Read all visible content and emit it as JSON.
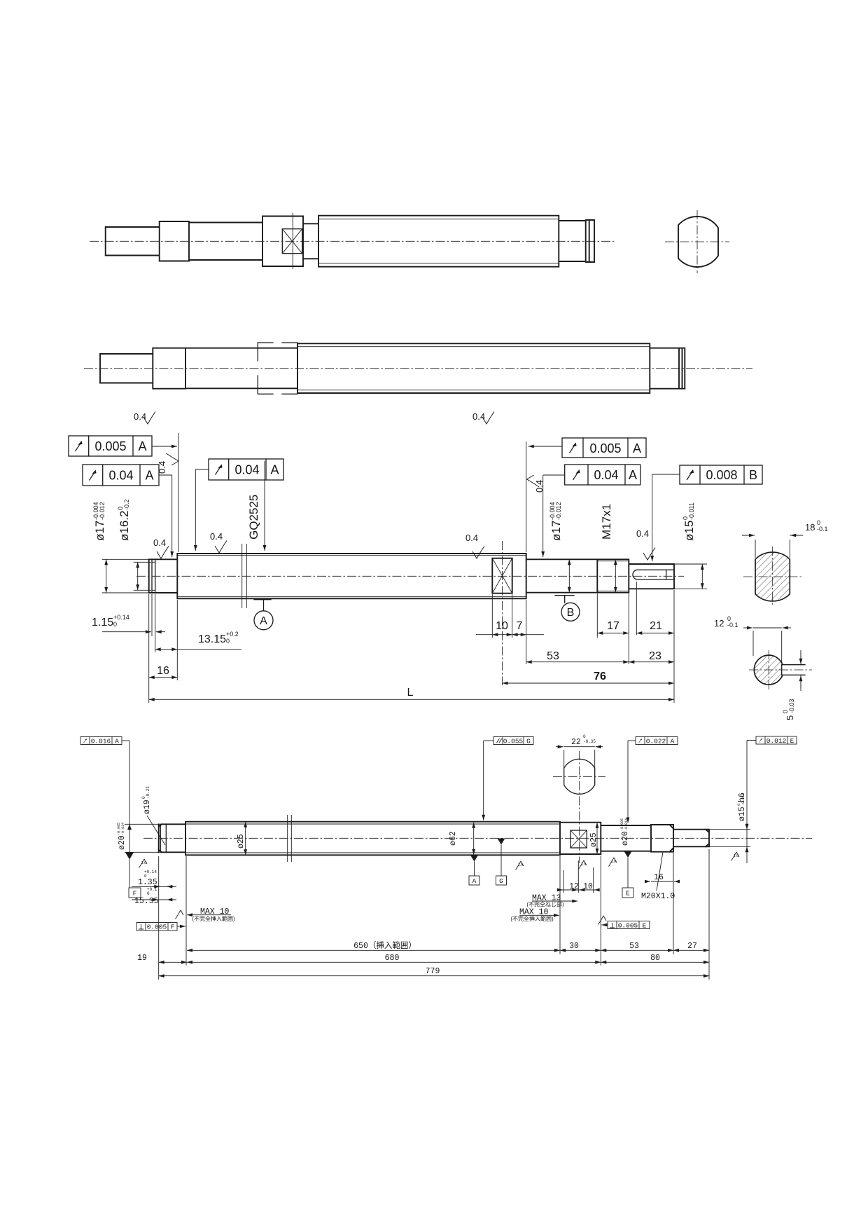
{
  "colors": {
    "line": "#1b1b1b",
    "bg": "#ffffff"
  },
  "middle_view": {
    "fcf": {
      "l1": {
        "symbol": "circular-runout",
        "value": "0.005",
        "datum": "A"
      },
      "l2": {
        "symbol": "circular-runout",
        "value": "0.04",
        "datum": "A"
      },
      "l3": {
        "symbol": "circular-runout",
        "value": "0.04",
        "datum": "A"
      },
      "r1": {
        "symbol": "circular-runout",
        "value": "0.005",
        "datum": "A"
      },
      "r2": {
        "symbol": "circular-runout",
        "value": "0.04",
        "datum": "A"
      },
      "r3": {
        "symbol": "circular-runout",
        "value": "0.008",
        "datum": "B"
      }
    },
    "labels": {
      "dia17_left": "ø17",
      "dia17_up": "-0.004",
      "dia17_low": "-0.012",
      "dia16_2": "ø16.2",
      "dia16_2_up": "0",
      "dia16_2_low": "-0.2",
      "thread": "GQ2525",
      "dia17_right": "ø17",
      "m17": "M17x1",
      "dia15": "ø15",
      "dia15_up": "0",
      "dia15_low": "-0.011",
      "d1_15": "1.15",
      "d1_15_up": "+0.14",
      "d1_15_low": "0",
      "d13_15": "13.15",
      "d13_15_up": "+0.2",
      "d13_15_low": "0",
      "d16": "16",
      "dL": "L",
      "d10": "10",
      "d7": "7",
      "d17": "17",
      "d21": "21",
      "d53": "53",
      "d23": "23",
      "d76": "76",
      "datum_a": "A",
      "datum_b": "B",
      "roughness": "0.4"
    },
    "sections": {
      "d18": "18",
      "d18_up": "0",
      "d18_low": "-0.1",
      "d12": "12",
      "d12_up": "0",
      "d12_low": "-0.1",
      "d5": "5",
      "d5_up": "0",
      "d5_low": "-0.03"
    }
  },
  "bottom_view": {
    "fcf": {
      "f1": {
        "symbol": "circular-runout",
        "value": "0.016",
        "datum": "A"
      },
      "f2": {
        "symbol": "parallelism",
        "value": "0.055",
        "datum": "G"
      },
      "f3": {
        "symbol": "circular-runout",
        "value": "0.022",
        "datum": "A"
      },
      "f4": {
        "symbol": "circular-runout",
        "value": "0.012",
        "datum": "E"
      },
      "f5": {
        "symbol": "perpendicularity",
        "value": "0.005",
        "datum": "F"
      },
      "f6": {
        "symbol": "perpendicularity",
        "value": "0.005",
        "datum": "E"
      }
    },
    "labels": {
      "dia19": "ø19",
      "dia19_up": "0",
      "dia19_low": "-0.21",
      "dia20": "ø20",
      "dia20_up": "-0.005",
      "dia20_low": "-0.014",
      "dia25_left": "ø25",
      "dia62": "ø62",
      "dia25_right": "ø25",
      "dia20_right": "ø20",
      "dia15_h6": "ø15",
      "dia15_h6_up": "0",
      "dia15_h6_low": "-0.011",
      "dia15_h6_fit": "h6",
      "d22": "22",
      "d22_up": "0",
      "d22_low": "-0.35",
      "d1_35": "1.35",
      "d1_35_up": "+0.14",
      "d1_35_low": "0",
      "d15_35": "15.35",
      "d15_35_up": "+0.1",
      "d15_35_low": "0",
      "d12": "12",
      "d10": "10",
      "d16": "16",
      "m20": "M20X1.0",
      "max13": "MAX 13",
      "max13_note": "(不完全ねじ部)",
      "max10_right": "MAX 10",
      "max10_right_note": "(不完全挿入範囲)",
      "max10_left": "MAX 10",
      "max10_left_note": "(不完全挿入範囲)",
      "d650": "650（挿入範囲）",
      "d680": "680",
      "d779": "779",
      "d19": "19",
      "d30": "30",
      "d53": "53",
      "d27": "27",
      "d80": "80",
      "datum_f": "F",
      "datum_a": "A",
      "datum_g": "G",
      "datum_e": "E",
      "roughness": "1.6"
    }
  }
}
